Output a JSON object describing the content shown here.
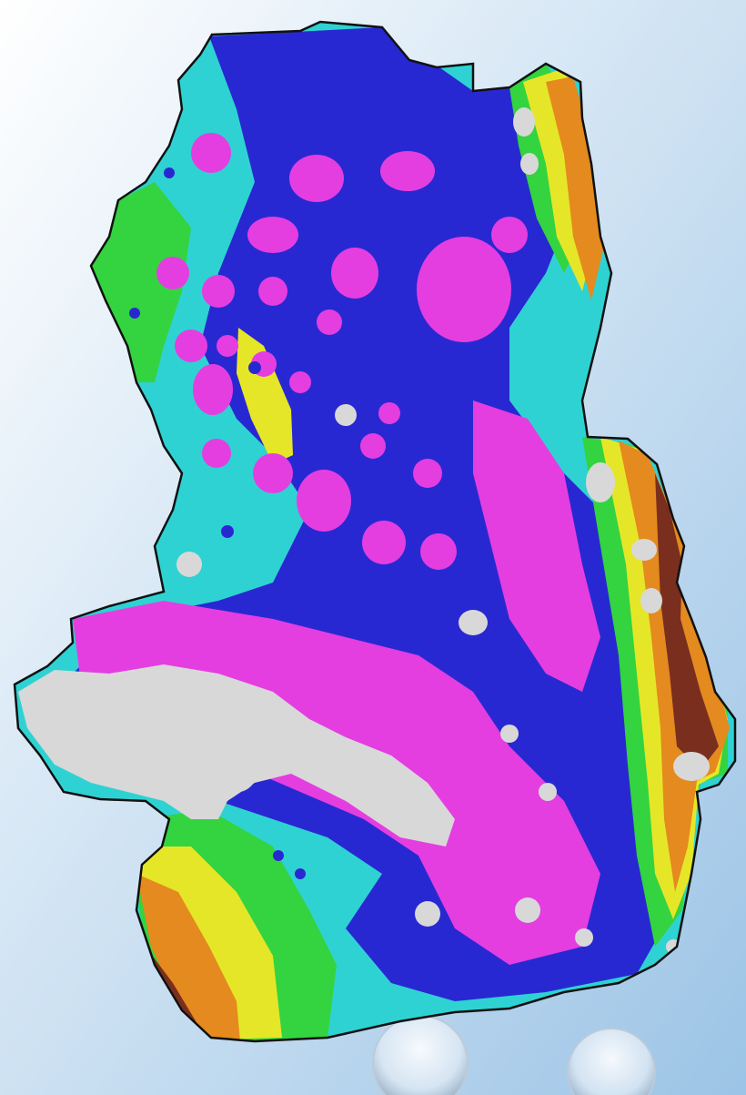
{
  "map": {
    "type": "elevation-relief-map",
    "background": {
      "top": "#ffffff",
      "bottom": "#9cc4e6"
    },
    "outline_color": "#111111",
    "palette": {
      "depression": "#e43ee0",
      "low": "#2828d2",
      "mid_low": "#2fd2d2",
      "mid": "#33d43f",
      "mid_high": "#e6e628",
      "high": "#e48a1e",
      "highest": "#7a2e1e",
      "water_open": "#d8d8d8"
    },
    "decorations": [
      "bubble-orb",
      "bubble-orb"
    ]
  }
}
